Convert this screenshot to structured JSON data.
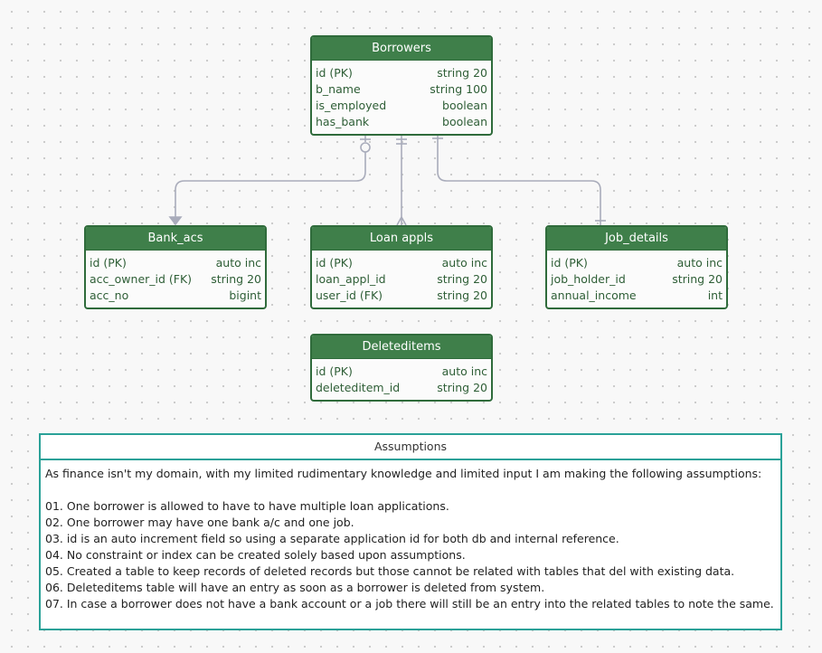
{
  "entities": {
    "borrowers": {
      "title": "Borrowers",
      "fields": [
        {
          "name": "id (PK)",
          "type": "string 20"
        },
        {
          "name": "b_name",
          "type": "string 100"
        },
        {
          "name": "is_employed",
          "type": "boolean"
        },
        {
          "name": "has_bank",
          "type": "boolean"
        }
      ]
    },
    "bank_acs": {
      "title": "Bank_acs",
      "fields": [
        {
          "name": "id (PK)",
          "type": "auto inc"
        },
        {
          "name": "acc_owner_id (FK)",
          "type": "string 20"
        },
        {
          "name": "acc_no",
          "type": "bigint"
        }
      ]
    },
    "loan_appls": {
      "title": "Loan appls",
      "fields": [
        {
          "name": "id (PK)",
          "type": "auto inc"
        },
        {
          "name": "loan_appl_id",
          "type": "string 20"
        },
        {
          "name": "user_id (FK)",
          "type": "string 20"
        }
      ]
    },
    "job_details": {
      "title": "Job_details",
      "fields": [
        {
          "name": "id (PK)",
          "type": "auto inc"
        },
        {
          "name": "job_holder_id",
          "type": "string 20"
        },
        {
          "name": "annual_income",
          "type": "int"
        }
      ]
    },
    "deleteditems": {
      "title": "Deleteditems",
      "fields": [
        {
          "name": "id (PK)",
          "type": "auto inc"
        },
        {
          "name": "deleteditem_id",
          "type": "string 20"
        }
      ]
    }
  },
  "assumptions": {
    "title": "Assumptions",
    "intro": "As finance isn't my domain, with my limited rudimentary knowledge and limited input I am making the following assumptions:",
    "items": [
      "01. One borrower is allowed to have to have multiple loan applications.",
      "02. One borrower may have one bank a/c and one job.",
      "03. id is an auto increment field so using a separate application id for both db and internal reference.",
      "04. No constraint or index can be created solely based upon assumptions.",
      "05. Created a table to keep records of deleted records but those cannot be related with tables that del with existing data.",
      "06. Deleteditems table will have an entry as soon as a borrower is deleted from system.",
      "07. In case a borrower does not have a bank account or a job there will still be an entry into the related tables to note the same."
    ]
  },
  "colors": {
    "header_bg": "#3f7f4a",
    "border": "#2f6b3b",
    "field_text": "#2e5e36",
    "connector": "#a9acbb",
    "note_border": "#2aa198"
  }
}
